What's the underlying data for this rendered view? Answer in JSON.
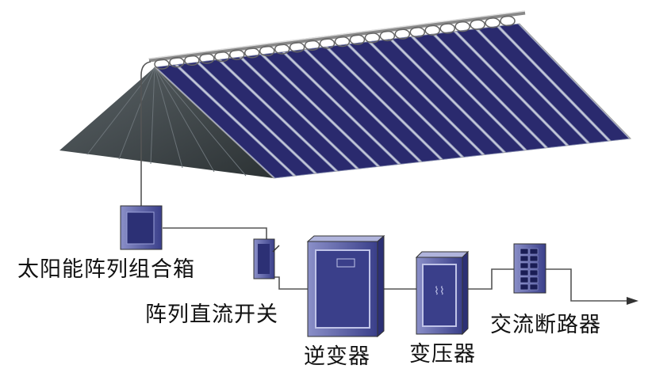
{
  "labels": {
    "combiner_box": "太阳能阵列组合箱",
    "dc_switch": "阵列直流开关",
    "inverter": "逆变器",
    "transformer": "变压器",
    "ac_breaker": "交流断路器"
  },
  "colors": {
    "panel": "#2a2a6e",
    "panel_frame": "#b8bcd0",
    "roof_side": "#3c4448",
    "equipment": "#3a3f8a",
    "wire": "#555555"
  }
}
